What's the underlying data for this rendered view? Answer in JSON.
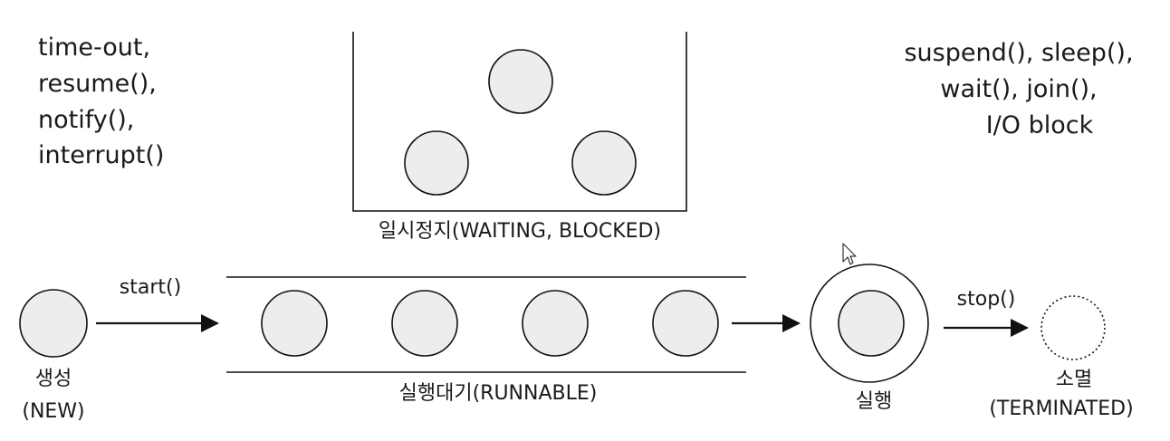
{
  "left_transitions": [
    "time-out,",
    "resume(),",
    "notify(),",
    "interrupt()"
  ],
  "right_transitions": [
    "suspend(), sleep(),",
    "wait(), join(),",
    "I/O block"
  ],
  "states": {
    "waiting": "일시정지(WAITING, BLOCKED)",
    "new_line1": "생성",
    "new_line2": "(NEW)",
    "runnable": "실행대기(RUNNABLE)",
    "running": "실행",
    "terminated_line1": "소멸",
    "terminated_line2": "(TERMINATED)"
  },
  "arrows": {
    "start": "start()",
    "stop": "stop()"
  },
  "colors": {
    "thread_fill": "#ededed",
    "stroke": "#111111",
    "background": "#ffffff"
  },
  "icons": {
    "cursor": "mouse-pointer-icon"
  }
}
